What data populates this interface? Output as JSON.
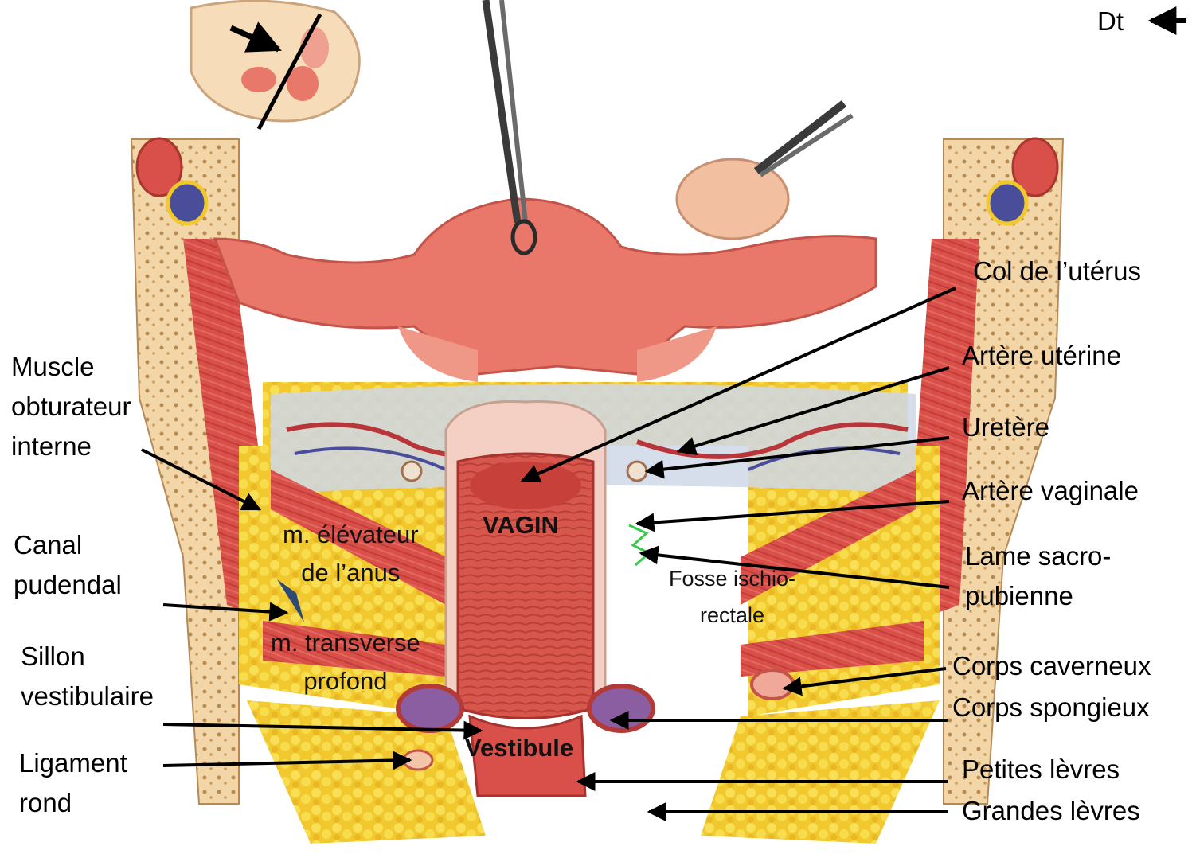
{
  "orientation": {
    "text": "Dt"
  },
  "labels_left": {
    "obturateur": [
      "Muscle",
      "obturateur",
      "interne"
    ],
    "pudendal": [
      "Canal",
      "pudendal"
    ],
    "sillon": [
      "Sillon",
      "vestibulaire"
    ],
    "ligament": [
      "Ligament",
      "rond"
    ]
  },
  "labels_right": {
    "col": "Col de l’utérus",
    "artere_uterine": "Artère utérine",
    "uretere": "Uretère",
    "artere_vaginale": "Artère vaginale",
    "lame": [
      "Lame sacro-",
      "pubienne"
    ],
    "corps_caverneux": "Corps caverneux",
    "corps_spongieux": "Corps spongieux",
    "petites_levres": "Petites lèvres",
    "grandes_levres": "Grandes lèvres"
  },
  "labels_inner": {
    "vagin": "VAGIN",
    "vestibule": "Vestibule",
    "elevateur": [
      "m. élévateur",
      "de l’anus"
    ],
    "transverse": [
      "m. transverse",
      "profond"
    ],
    "fosse": [
      "Fosse ischio-",
      "rectale"
    ]
  },
  "colors": {
    "muscle": "#d9504a",
    "muscle_light": "#ee8a78",
    "fat": "#f3cf38",
    "bone": "#f2d6a8",
    "vein": "#4a4e9a",
    "nerve": "#2e4a74"
  }
}
